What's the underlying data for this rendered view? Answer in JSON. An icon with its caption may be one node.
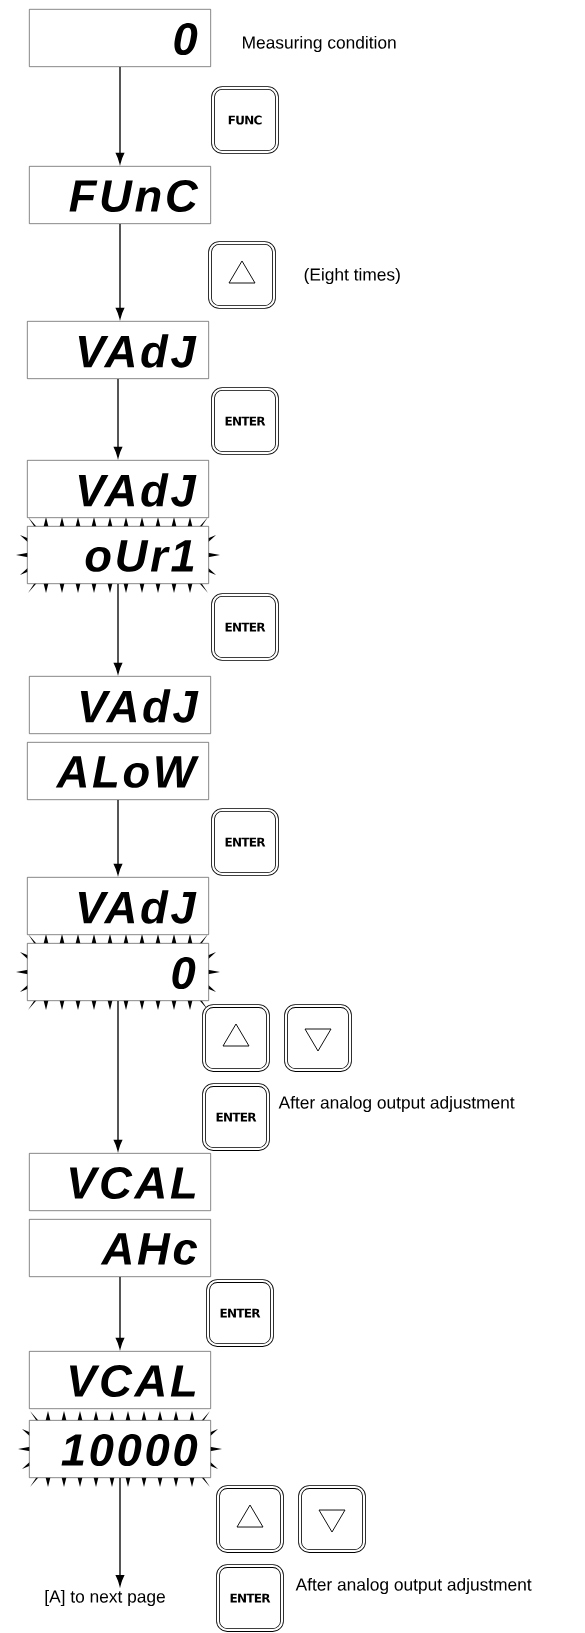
{
  "diagram": {
    "nodes": [
      {
        "text": [
          "0"
        ],
        "beside": [
          "Measuring condition"
        ]
      },
      {
        "text": [
          "FUNC"
        ]
      },
      {
        "text": [
          "FUnC"
        ]
      },
      {
        "text": [],
        "shape": "box",
        "beside": [
          "(Eight times)"
        ]
      },
      {
        "text": [
          "VAdJ"
        ]
      },
      {
        "text": [
          "ENTER"
        ]
      },
      {
        "text": [
          "VAdJ"
        ]
      },
      {
        "text": [
          "oUr1"
        ]
      },
      {
        "text": [
          "ENTER"
        ]
      },
      {
        "text": [
          "VAdJ"
        ]
      },
      {
        "text": [
          "ALoW"
        ]
      },
      {
        "text": [
          "ENTER"
        ]
      },
      {
        "text": [
          "VAdJ"
        ]
      },
      {
        "text": [
          "0"
        ]
      },
      {
        "text": [],
        "shape": "box"
      },
      {
        "text": [],
        "shape": "box"
      },
      {
        "text": [
          "ENTER"
        ],
        "beside": [
          "After analog output adjustment"
        ]
      },
      {
        "text": [
          "VCAL"
        ]
      },
      {
        "text": [
          "AHc"
        ]
      },
      {
        "text": [
          "ENTER"
        ]
      },
      {
        "text": [
          "VCAL"
        ]
      },
      {
        "text": [
          "10000"
        ]
      },
      {
        "text": [],
        "shape": "box"
      },
      {
        "text": [],
        "shape": "box"
      },
      {
        "text": [
          "ENTER"
        ],
        "beside": [
          "After analog output adjustment"
        ]
      },
      {
        "text": [
          "[A] to next page"
        ]
      }
    ],
    "edges": [
      {
        "from": 0,
        "to": 2,
        "arrow": "to"
      },
      {
        "from": 2,
        "to": 4,
        "arrow": "to"
      },
      {
        "from": 4,
        "to": 6,
        "arrow": "to"
      },
      {
        "from": 7,
        "to": 9,
        "arrow": "to"
      },
      {
        "from": 10,
        "to": 12,
        "arrow": "to"
      },
      {
        "from": 13,
        "to": 17,
        "arrow": "to"
      },
      {
        "from": 18,
        "to": 20,
        "arrow": "to"
      },
      {
        "from": 21,
        "to": 25,
        "arrow": "to"
      }
    ]
  }
}
